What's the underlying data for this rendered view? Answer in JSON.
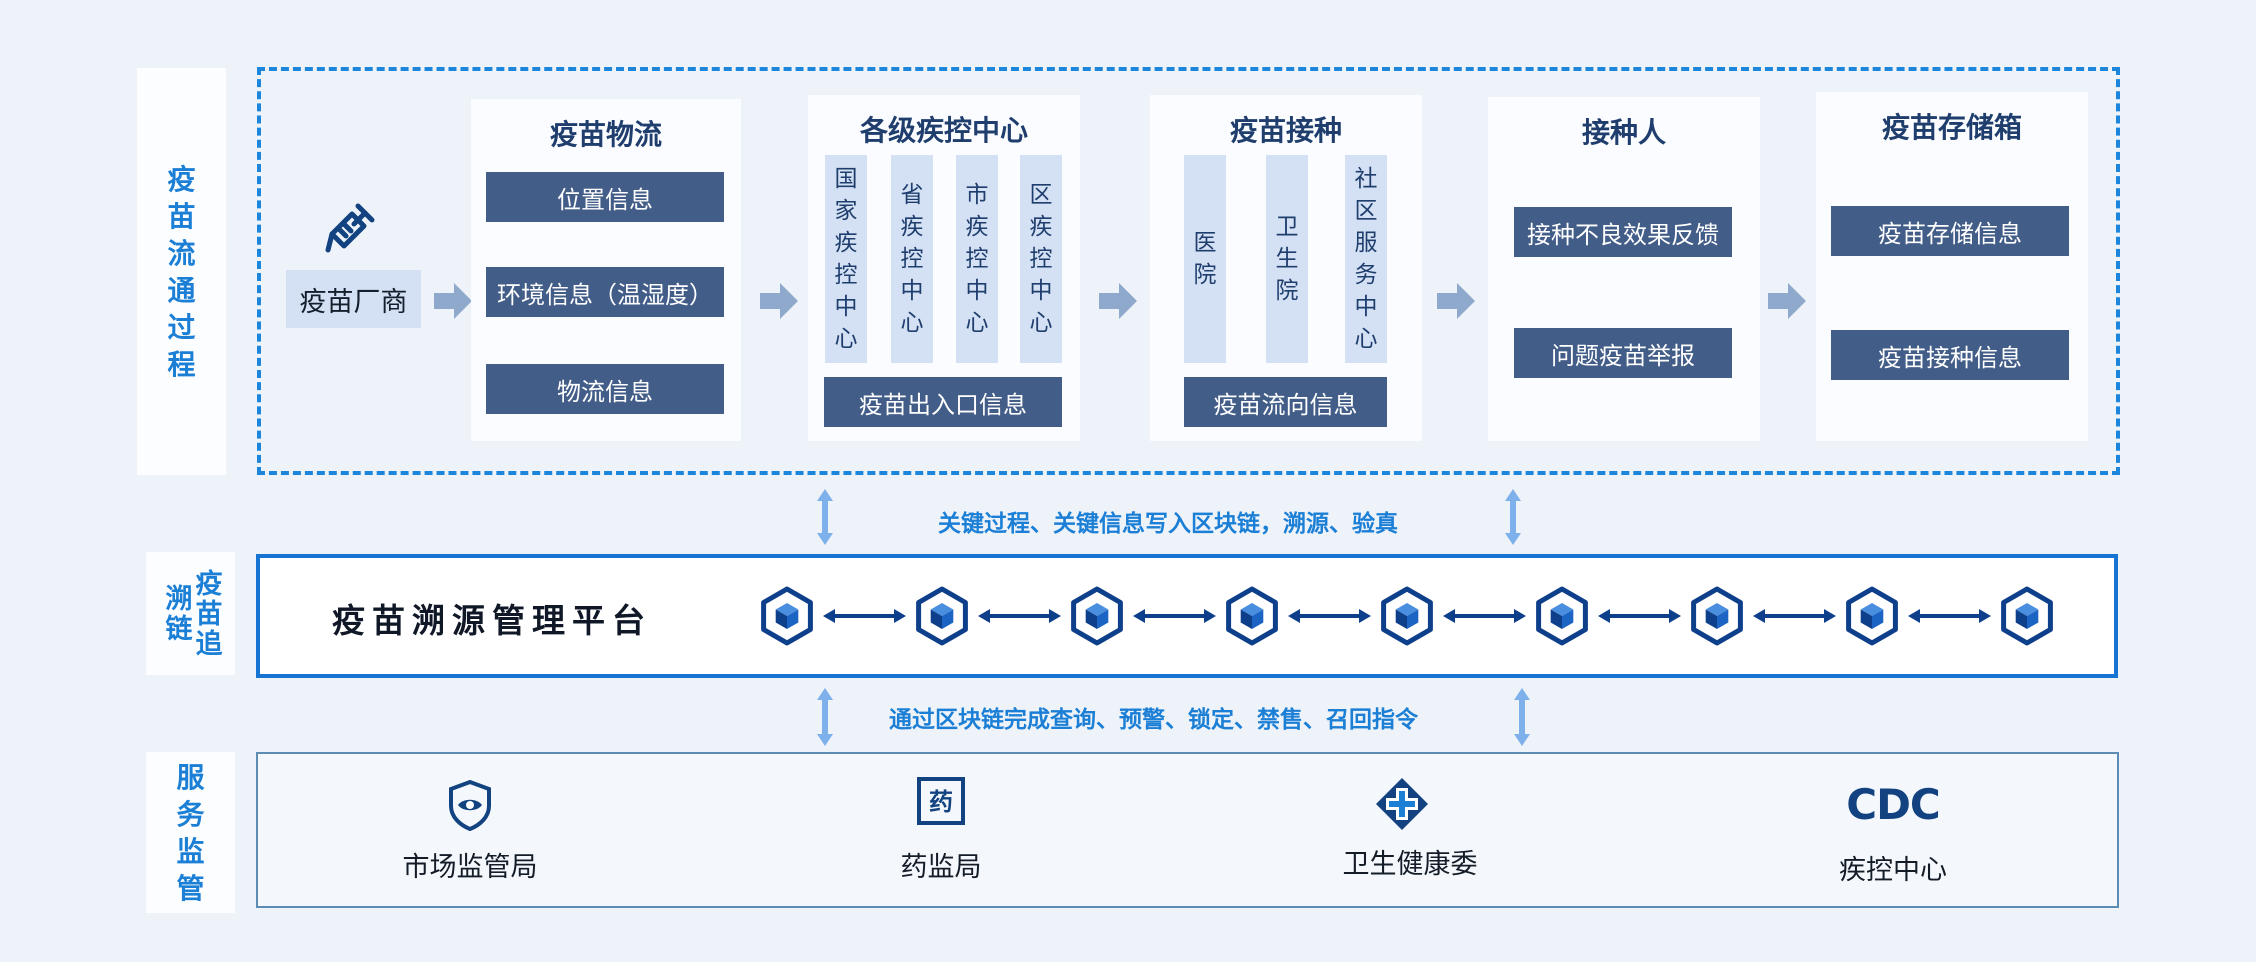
{
  "process": {
    "side_label": "疫苗流通过程",
    "vendor": "疫苗厂商",
    "logistics": {
      "title": "疫苗物流",
      "items": [
        "位置信息",
        "环境信息（温湿度）",
        "物流信息"
      ]
    },
    "cdc_levels": {
      "title": "各级疾控中心",
      "columns": [
        "国家疾控中心",
        "省疾控中心",
        "市疾控中心",
        "区疾控中心"
      ],
      "footer": "疫苗出入口信息"
    },
    "vaccination": {
      "title": "疫苗接种",
      "columns": [
        "医院",
        "卫生院",
        "社区服务中心"
      ],
      "footer": "疫苗流向信息"
    },
    "recipient": {
      "title": "接种人",
      "items": [
        "接种不良效果反馈",
        "问题疫苗举报"
      ]
    },
    "storage": {
      "title": "疫苗存储箱",
      "items": [
        "疫苗存储信息",
        "疫苗接种信息"
      ]
    }
  },
  "notes": {
    "write": "关键过程、关键信息写入区块链，溯源、验真",
    "query": "通过区块链完成查询、预警、锁定、禁售、召回指令"
  },
  "chain": {
    "side_label": "疫苗追溯链",
    "platform_title": "疫苗溯源管理平台",
    "block_count": 9
  },
  "services": {
    "side_label": "服务监管",
    "items": [
      {
        "label": "市场监管局",
        "icon": "shield-eye-icon"
      },
      {
        "label": "药监局",
        "icon": "medicine-stamp-icon"
      },
      {
        "label": "卫生健康委",
        "icon": "health-cross-icon"
      },
      {
        "label": "疾控中心",
        "icon": "cdc-logo-icon",
        "logo_text": "CDC"
      }
    ]
  },
  "colors": {
    "accent": "#1c7fd6",
    "dark_box": "#435d89",
    "light_column": "#d4e1f4",
    "cube": "#0e3f8a",
    "arrow": "#8fa9cc"
  }
}
